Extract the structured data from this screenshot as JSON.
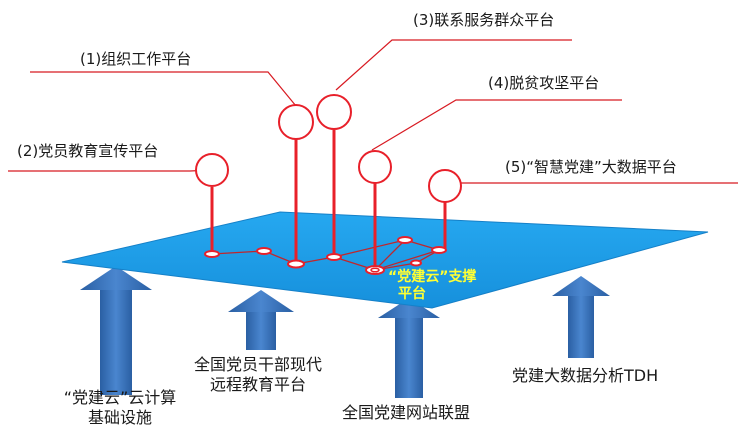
{
  "platforms": [
    {
      "label": "(1)组织工作平台"
    },
    {
      "label": "(2)党员教育宣传平台"
    },
    {
      "label": "(3)联系服务群众平台"
    },
    {
      "label": "(4)脱贫攻坚平台"
    },
    {
      "label": "(5)“智慧党建”大数据平台"
    }
  ],
  "plane_label_1": "“党建云”支撑",
  "plane_label_2": "平台",
  "supports": [
    {
      "line1": "“党建云”云计算",
      "line2": "基础设施"
    },
    {
      "line1": "全国党员干部现代",
      "line2": "远程教育平台"
    },
    {
      "line1": "全国党建网站联盟"
    },
    {
      "line1": "党建大数据分析TDH"
    }
  ],
  "colors": {
    "plane": "#1e9ee8",
    "arrow": "#2f6db5",
    "pin": "#e8202a",
    "leader": "#d81a22"
  }
}
